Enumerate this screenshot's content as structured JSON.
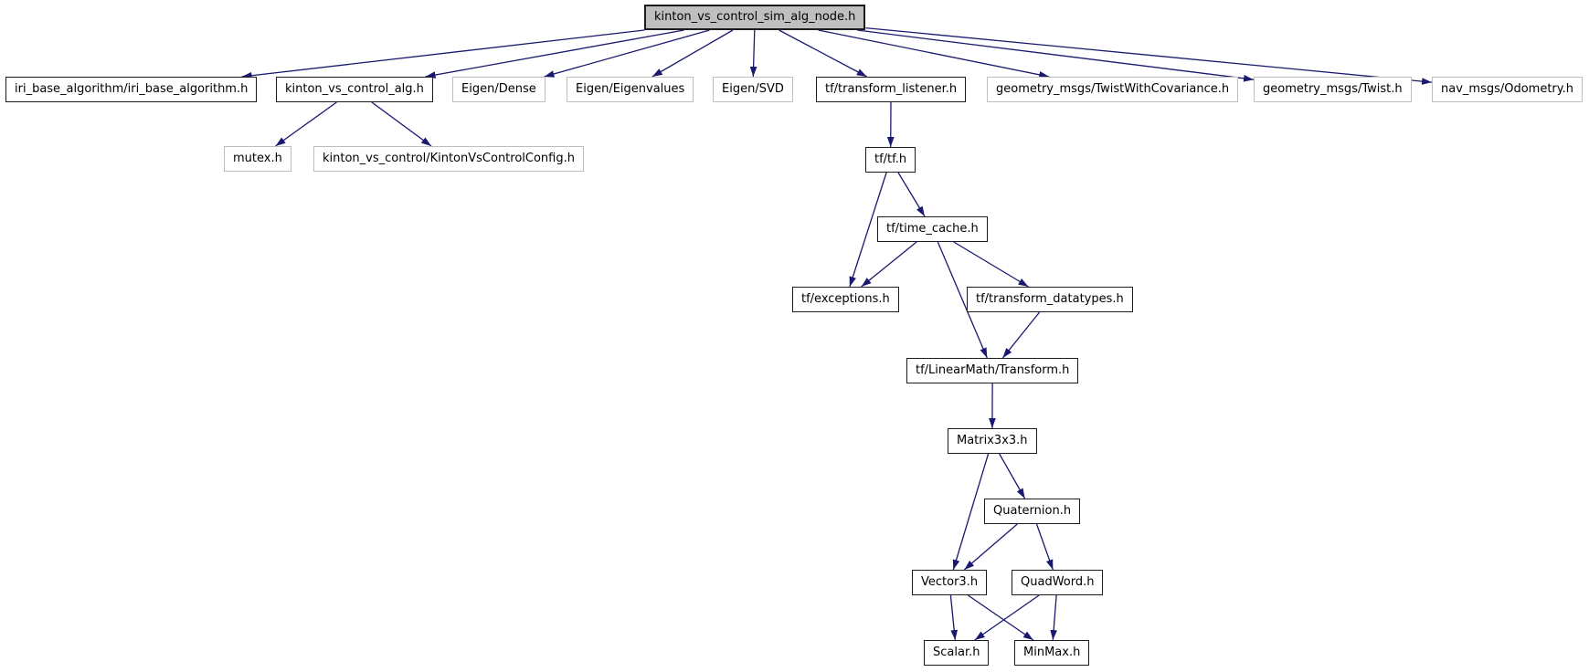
{
  "diagram": {
    "kind": "include-dependency-graph",
    "colors": {
      "background": "#ffffff",
      "edge": "#191970",
      "main_node_fill": "#bfbfbf",
      "node_fill": "#ffffff",
      "linked_node_border": "#1c1c1c",
      "external_node_border": "#bebebe",
      "text": "#000000"
    },
    "nodes": [
      {
        "id": "main",
        "label": "kinton_vs_control_sim_alg_node.h",
        "kind": "main"
      },
      {
        "id": "iri_base",
        "label": "iri_base_algorithm/iri_base_algorithm.h",
        "kind": "internal"
      },
      {
        "id": "alg",
        "label": "kinton_vs_control_alg.h",
        "kind": "internal"
      },
      {
        "id": "eigen_dense",
        "label": "Eigen/Dense",
        "kind": "external"
      },
      {
        "id": "eigen_eigenvalues",
        "label": "Eigen/Eigenvalues",
        "kind": "external"
      },
      {
        "id": "eigen_svd",
        "label": "Eigen/SVD",
        "kind": "external"
      },
      {
        "id": "tf_listener",
        "label": "tf/transform_listener.h",
        "kind": "internal"
      },
      {
        "id": "twist_cov",
        "label": "geometry_msgs/TwistWithCovariance.h",
        "kind": "external"
      },
      {
        "id": "twist",
        "label": "geometry_msgs/Twist.h",
        "kind": "external"
      },
      {
        "id": "odometry",
        "label": "nav_msgs/Odometry.h",
        "kind": "external"
      },
      {
        "id": "mutex",
        "label": "mutex.h",
        "kind": "external"
      },
      {
        "id": "config",
        "label": "kinton_vs_control/KintonVsControlConfig.h",
        "kind": "external"
      },
      {
        "id": "tf",
        "label": "tf/tf.h",
        "kind": "internal"
      },
      {
        "id": "time_cache",
        "label": "tf/time_cache.h",
        "kind": "internal"
      },
      {
        "id": "exceptions",
        "label": "tf/exceptions.h",
        "kind": "internal"
      },
      {
        "id": "datatypes",
        "label": "tf/transform_datatypes.h",
        "kind": "internal"
      },
      {
        "id": "transform",
        "label": "tf/LinearMath/Transform.h",
        "kind": "internal"
      },
      {
        "id": "matrix3x3",
        "label": "Matrix3x3.h",
        "kind": "internal"
      },
      {
        "id": "quaternion",
        "label": "Quaternion.h",
        "kind": "internal"
      },
      {
        "id": "vector3",
        "label": "Vector3.h",
        "kind": "internal"
      },
      {
        "id": "quadword",
        "label": "QuadWord.h",
        "kind": "internal"
      },
      {
        "id": "scalar",
        "label": "Scalar.h",
        "kind": "internal"
      },
      {
        "id": "minmax",
        "label": "MinMax.h",
        "kind": "internal"
      }
    ],
    "edges": [
      {
        "from": "main",
        "to": "iri_base"
      },
      {
        "from": "main",
        "to": "alg"
      },
      {
        "from": "main",
        "to": "eigen_dense"
      },
      {
        "from": "main",
        "to": "eigen_eigenvalues"
      },
      {
        "from": "main",
        "to": "eigen_svd"
      },
      {
        "from": "main",
        "to": "tf_listener"
      },
      {
        "from": "main",
        "to": "twist_cov"
      },
      {
        "from": "main",
        "to": "twist"
      },
      {
        "from": "main",
        "to": "odometry"
      },
      {
        "from": "alg",
        "to": "mutex"
      },
      {
        "from": "alg",
        "to": "config"
      },
      {
        "from": "tf_listener",
        "to": "tf"
      },
      {
        "from": "tf",
        "to": "time_cache"
      },
      {
        "from": "tf",
        "to": "exceptions"
      },
      {
        "from": "time_cache",
        "to": "exceptions"
      },
      {
        "from": "time_cache",
        "to": "datatypes"
      },
      {
        "from": "time_cache",
        "to": "transform"
      },
      {
        "from": "datatypes",
        "to": "transform"
      },
      {
        "from": "transform",
        "to": "matrix3x3"
      },
      {
        "from": "matrix3x3",
        "to": "quaternion"
      },
      {
        "from": "matrix3x3",
        "to": "vector3"
      },
      {
        "from": "quaternion",
        "to": "vector3"
      },
      {
        "from": "quaternion",
        "to": "quadword"
      },
      {
        "from": "vector3",
        "to": "scalar"
      },
      {
        "from": "vector3",
        "to": "minmax"
      },
      {
        "from": "quadword",
        "to": "scalar"
      },
      {
        "from": "quadword",
        "to": "minmax"
      }
    ]
  }
}
